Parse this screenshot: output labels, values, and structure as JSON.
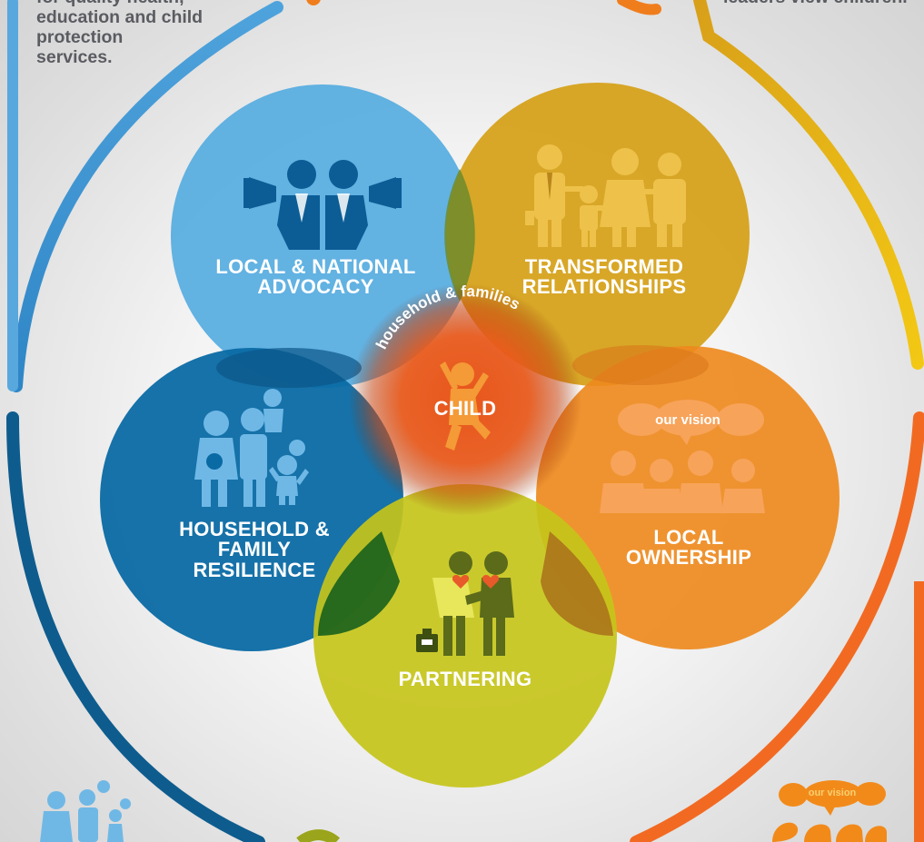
{
  "corner_top_left": {
    "lines": [
      "for quality health,",
      "education and child",
      "protection",
      "services."
    ]
  },
  "corner_top_right": {
    "text": "leaders view children."
  },
  "circles": {
    "advocacy": {
      "line1": "LOCAL & NATIONAL",
      "line2": "ADVOCACY",
      "color": "#5aaee0"
    },
    "relationships": {
      "line1": "TRANSFORMED",
      "line2": "RELATIONSHIPS",
      "color": "#d6a21a"
    },
    "resilience": {
      "line1": "HOUSEHOLD &",
      "line2": "FAMILY",
      "line3": "RESILIENCE",
      "color": "#0a6aa4"
    },
    "ownership": {
      "line1": "LOCAL",
      "line2": "OWNERSHIP",
      "color": "#ee8a1e"
    },
    "partnering": {
      "line1": "PARTNERING",
      "color": "#c6c41a"
    },
    "child": {
      "label": "CHILD",
      "color": "#e8561c"
    }
  },
  "center_arc_text": "household & families",
  "vision_bubble": {
    "text": "our vision"
  },
  "corner_vision_bubble": {
    "text": "our vision"
  },
  "colors": {
    "ring_blue_light": "#4e9fd8",
    "ring_blue_dark": "#0e5c8e",
    "ring_yellow": "#e7b420",
    "ring_orange": "#f26a22",
    "icon_blue": "#3f8fd0"
  },
  "icons": [
    "megaphone-advocates-icon",
    "family-holding-hands-icon",
    "child-playing-icon",
    "family-with-baby-icon",
    "community-speech-bubbles-icon",
    "partners-shaking-hands-icon"
  ]
}
